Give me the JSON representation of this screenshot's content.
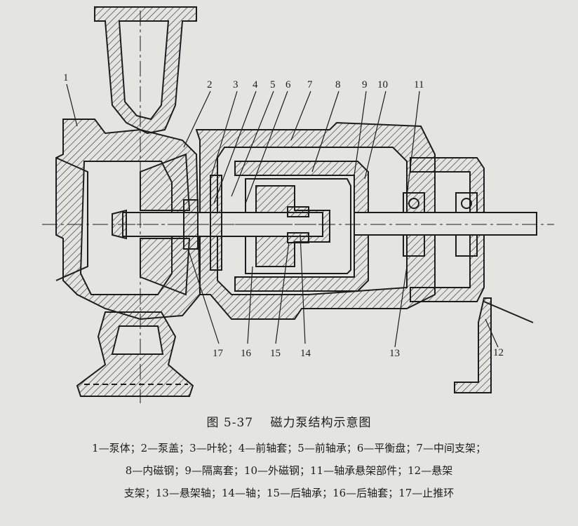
{
  "figure": {
    "number": "图 5-37",
    "title": "磁力泵结构示意图"
  },
  "callouts": [
    "1",
    "2",
    "3",
    "4",
    "5",
    "6",
    "7",
    "8",
    "9",
    "10",
    "11",
    "12",
    "13",
    "14",
    "15",
    "16",
    "17"
  ],
  "legend": {
    "line1": [
      "1—泵体",
      "2—泵盖",
      "3—叶轮",
      "4—前轴套",
      "5—前轴承",
      "6—平衡盘",
      "7—中间支架；"
    ],
    "line2": [
      "8—内磁钢",
      "9—隔离套",
      "10—外磁钢",
      "11—轴承悬架部件",
      "12—悬架"
    ],
    "line3": [
      "支架",
      "13—悬架轴",
      "14—轴",
      "15—后轴承",
      "16—后轴套",
      "17—止推环"
    ]
  },
  "colors": {
    "paper": "#e4e5e0",
    "ink": "#1d1d1d"
  }
}
